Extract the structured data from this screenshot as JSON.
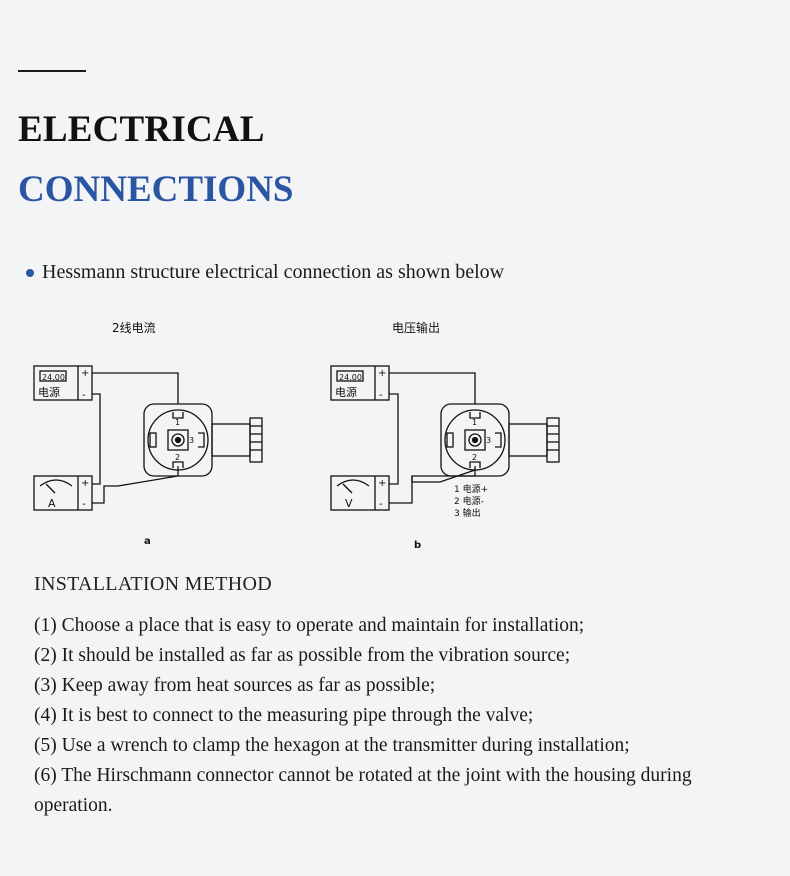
{
  "header": {
    "title_line1": "ELECTRICAL",
    "title_line2": "CONNECTIONS"
  },
  "intro": {
    "bullet_text": "Hessmann structure electrical connection as shown below"
  },
  "diagram_a": {
    "title": "2线电流",
    "display_value": "24.00",
    "power_label": "电源",
    "plus": "+",
    "minus": "-",
    "meter_label": "A",
    "pin1": "1",
    "pin2": "2",
    "pin3": "3",
    "caption": "a"
  },
  "diagram_b": {
    "title": "电压输出",
    "display_value": "24.00",
    "power_label": "电源",
    "plus": "+",
    "minus": "-",
    "meter_label": "V",
    "pin1": "1",
    "pin2": "2",
    "pin3": "3",
    "legend": [
      "1  电源+",
      "2  电源-",
      "3  输出"
    ],
    "caption": "b"
  },
  "installation": {
    "title": "INSTALLATION METHOD",
    "steps": [
      "(1) Choose a place that is easy to operate and maintain for installation;",
      "(2) It should be installed as far as possible from the vibration source;",
      "(3) Keep away from heat sources as far as possible;",
      "(4) It is best to connect to the measuring pipe through the valve;",
      "(5) Use a wrench to clamp the hexagon at the transmitter during installation;",
      "(6) The Hirschmann connector cannot be rotated at the joint with the housing during operation."
    ]
  },
  "colors": {
    "accent": "#2a55a3",
    "text": "#1a1a1a",
    "background": "#f3f4f6"
  }
}
